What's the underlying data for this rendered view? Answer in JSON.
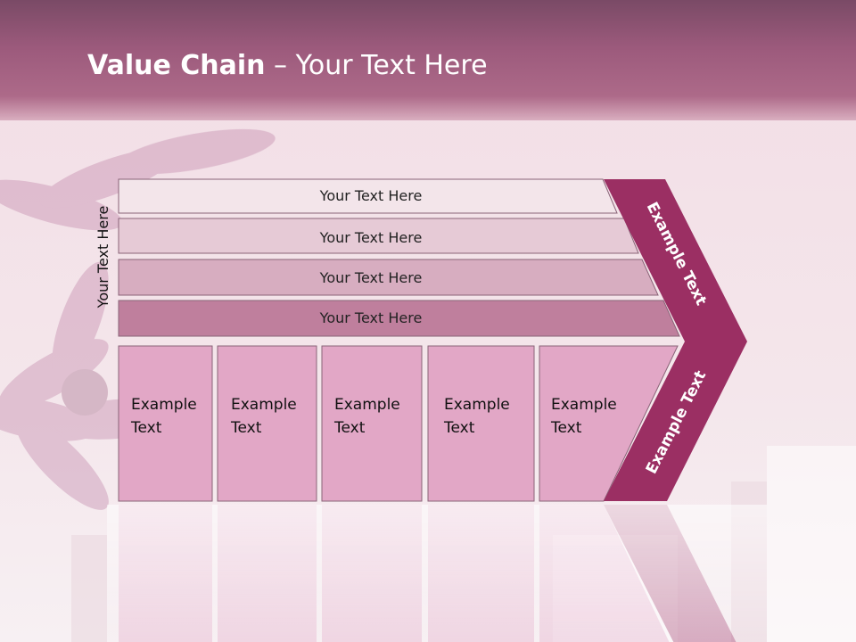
{
  "slide": {
    "title_bold": "Value Chain",
    "title_rest": " – Your Text Here",
    "side_label": "Your Text Here",
    "bars": [
      {
        "label": "Your Text Here"
      },
      {
        "label": "Your Text Here"
      },
      {
        "label": "Your Text Here"
      },
      {
        "label": "Your Text Here"
      }
    ],
    "columns": [
      {
        "line1": "Example",
        "line2": "Text"
      },
      {
        "line1": "Example",
        "line2": "Text"
      },
      {
        "line1": "Example",
        "line2": "Text"
      },
      {
        "line1": "Example",
        "line2": "Text"
      },
      {
        "line1": "Example",
        "line2": "Text"
      }
    ],
    "chevron_upper": "Example Text",
    "chevron_lower": "Example Text"
  },
  "colors": {
    "header": "#9c5a7c",
    "chevron": "#9b2f63",
    "bar1": "#f3e5ea",
    "bar2": "#e6cad6",
    "bar3": "#d7adc0",
    "bar4": "#bf7f9d",
    "column": "#e2a7c6"
  }
}
